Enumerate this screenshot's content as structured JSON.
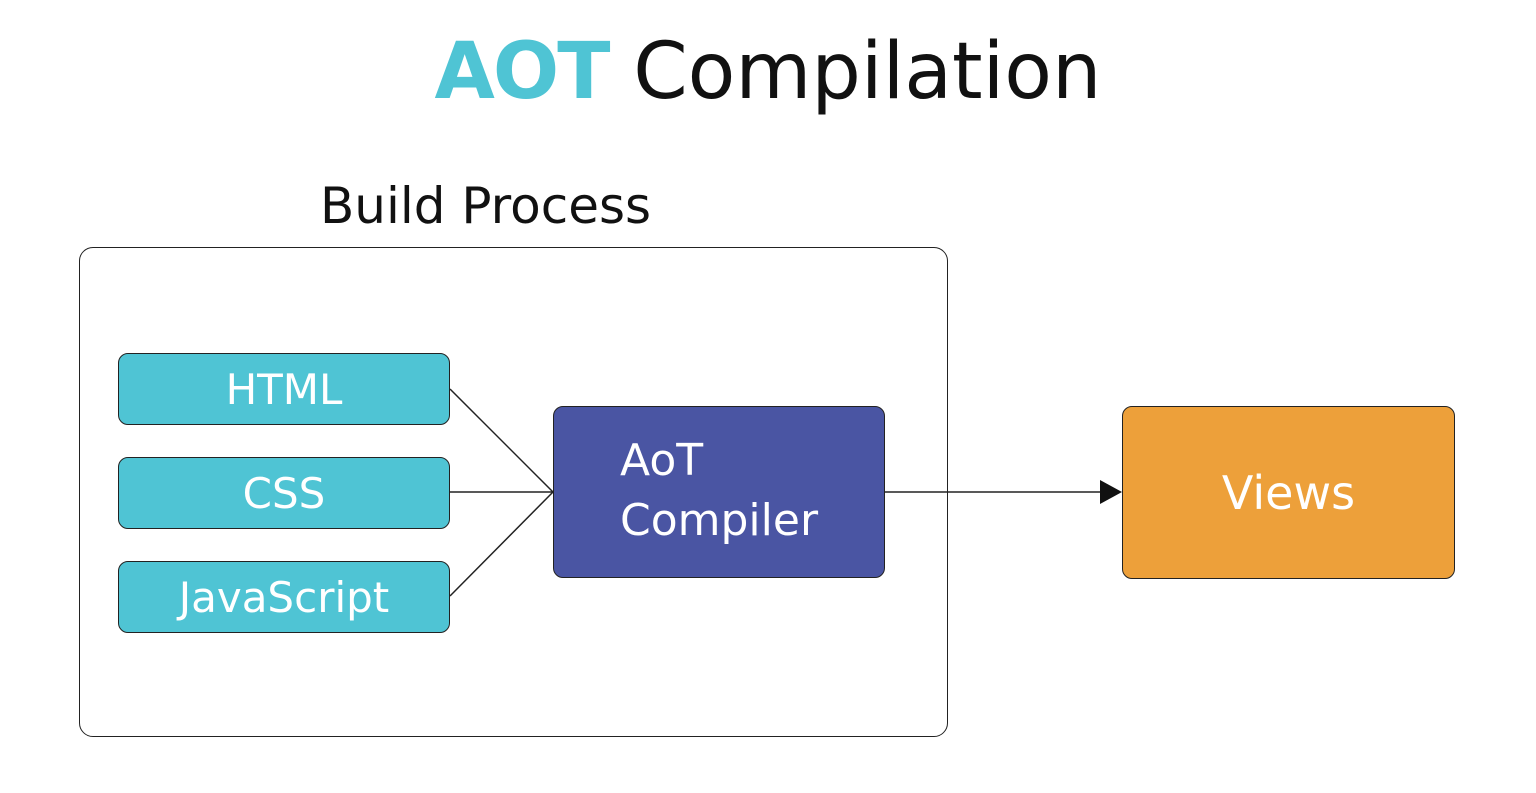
{
  "title": {
    "accent": "AOT",
    "rest": "Compilation"
  },
  "build_process": {
    "label": "Build Process"
  },
  "inputs": [
    {
      "label": "HTML"
    },
    {
      "label": "CSS"
    },
    {
      "label": "JavaScript"
    }
  ],
  "compiler": {
    "line1": "AoT",
    "line2": "Compiler"
  },
  "output": {
    "label": "Views"
  },
  "colors": {
    "accent": "#4fc4d4",
    "input_fill": "#4fc4d4",
    "compiler_fill": "#4a55a3",
    "output_fill": "#eda03a"
  }
}
